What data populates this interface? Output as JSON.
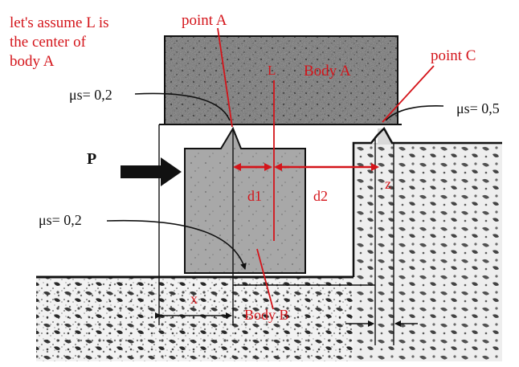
{
  "annotations": {
    "note_line1": "let's assume L is",
    "note_line2": "the center of",
    "note_line3": "body A",
    "point_a": "point A",
    "point_c": "point C",
    "body_a": "Body A",
    "body_b": "Body B",
    "center_l": "L",
    "d1": "d1",
    "d2": "d2",
    "z": "z",
    "x": "x"
  },
  "printed_labels": {
    "mu_top_left": "μs= 0,2",
    "mu_top_right": "μs= 0,5",
    "mu_bottom_left": "μs= 0,2",
    "force": "P"
  },
  "colors": {
    "annotation_red": "#d4141a",
    "body_a_fill": "#6f6f6f",
    "body_b_fill": "#a9a9a9",
    "ground_fill": "#8a8a8a",
    "ink": "#111111"
  },
  "icons": {
    "force_arrow": "right-arrow-icon"
  }
}
